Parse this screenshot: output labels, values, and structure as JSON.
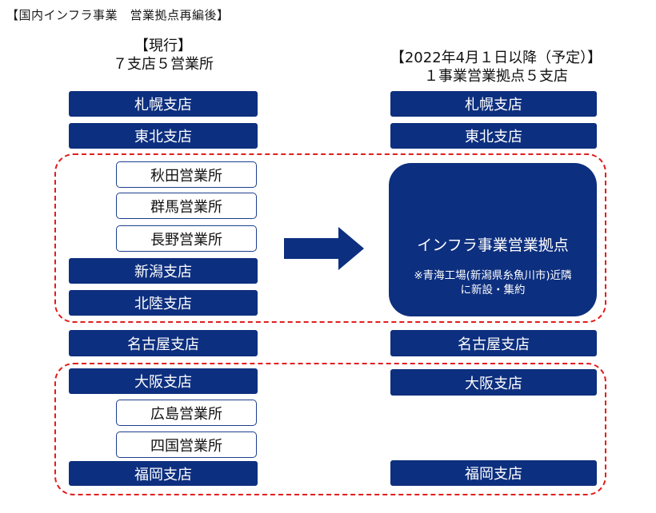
{
  "title": "【国内インフラ事業　営業拠点再編後】",
  "current": {
    "heading_line1": "【現行】",
    "heading_line2": "７支店５営業所",
    "offices": [
      "札幌支店",
      "東北支店",
      "秋田営業所",
      "群馬営業所",
      "長野営業所",
      "新潟支店",
      "北陸支店",
      "名古屋支店",
      "大阪支店",
      "広島営業所",
      "四国営業所",
      "福岡支店"
    ]
  },
  "future": {
    "heading_line1": "【2022年4月１日以降（予定）】",
    "heading_line2": "１事業営業拠点５支店",
    "offices": [
      "札幌支店",
      "東北支店",
      "名古屋支店",
      "大阪支店",
      "福岡支店"
    ],
    "hub": {
      "label": "インフラ事業営業拠点",
      "note_line1": "※青海工場(新潟県糸魚川市)近隣",
      "note_line2": "に新設・集約"
    }
  },
  "colors": {
    "box_fill": "#0d2f7f",
    "dashed_group_border": "#e21d1d",
    "arrow": "#0d2f7f"
  }
}
